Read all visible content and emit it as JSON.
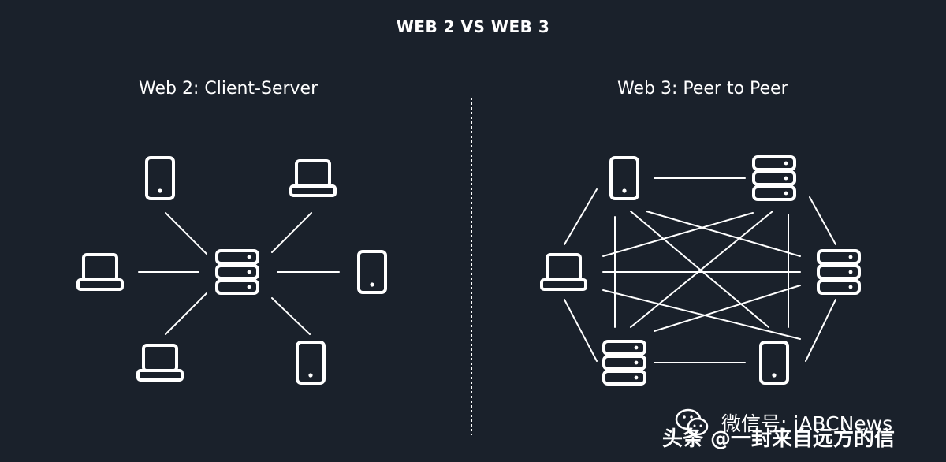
{
  "title": "WEB 2 VS WEB 3",
  "left_heading": "Web 2: Client-Server",
  "right_heading": "Web 3: Peer to Peer",
  "watermark": {
    "line1": "微信号: iABCNews",
    "line2": "头条 @一封来自远方的信"
  },
  "colors": {
    "background": "#1a212b",
    "foreground": "#ffffff"
  },
  "icons": [
    "phone-icon",
    "laptop-icon",
    "server-icon",
    "wechat-icon"
  ]
}
